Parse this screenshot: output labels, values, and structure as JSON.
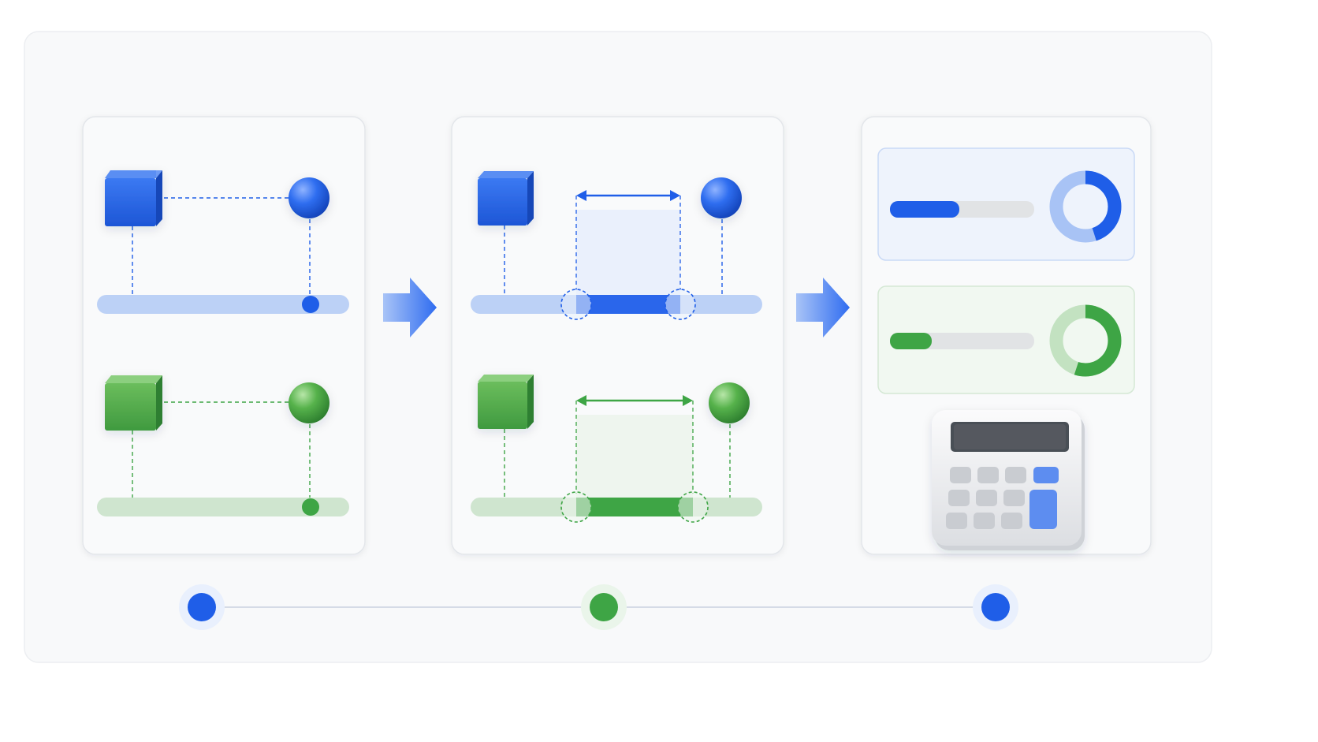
{
  "theme": {
    "blue": "#1f5ee8",
    "blue_light": "#bcd1f6",
    "blue_pale": "#eef3fc",
    "green": "#3ea545",
    "green_light": "#cfe5cf",
    "green_pale": "#f1f8f1",
    "panel_border": "#e3e6ea",
    "outer_bg": "#f8f9fa",
    "track_grey": "#e1e3e5",
    "connector_line": "#d5dbe6"
  },
  "stages": [
    {
      "id": "stage-1",
      "icons": [
        "blue-cube-icon",
        "blue-sphere-icon",
        "green-cube-icon",
        "green-sphere-icon"
      ],
      "tracks": [
        "blue",
        "green"
      ]
    },
    {
      "id": "stage-2",
      "icons": [
        "blue-cube-icon",
        "blue-sphere-icon",
        "double-arrow-icon",
        "green-cube-icon",
        "green-sphere-icon"
      ],
      "tracks": [
        "blue",
        "green"
      ]
    },
    {
      "id": "stage-3",
      "metrics": [
        {
          "color": "blue",
          "bar_fill": 0.48,
          "donut_fill": 0.45
        },
        {
          "color": "green",
          "bar_fill": 0.29,
          "donut_fill": 0.55
        }
      ],
      "icons": [
        "calculator-icon"
      ]
    }
  ],
  "step_markers": [
    "blue",
    "green",
    "blue"
  ],
  "flow_arrows": [
    "right-arrow-icon",
    "right-arrow-icon"
  ]
}
